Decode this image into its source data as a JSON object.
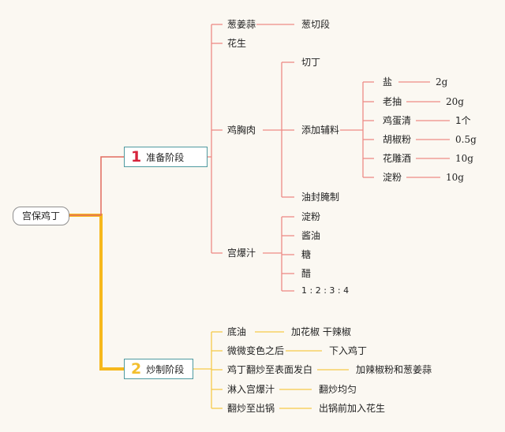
{
  "root": "宫保鸡丁",
  "stage1": {
    "number": "1",
    "number_color": "#d6243c",
    "label": "准备阶段",
    "items": {
      "congjiangsuan": "葱姜蒜",
      "congqieduan": "葱切段",
      "huasheng": "花生",
      "jixiongrou": "鸡胸肉",
      "qieding": "切丁",
      "tianjiafuliao": "添加辅料",
      "youfengyanzhi": "油封腌制",
      "fuliao": [
        {
          "name": "盐",
          "amount": "2g"
        },
        {
          "name": "老抽",
          "amount": "20g"
        },
        {
          "name": "鸡蛋清",
          "amount": "1个"
        },
        {
          "name": "胡椒粉",
          "amount": "0.5g"
        },
        {
          "name": "花雕酒",
          "amount": "10g"
        },
        {
          "name": "淀粉",
          "amount": "10g"
        }
      ],
      "gongbaozhi": "宫爆汁",
      "zhi": [
        "淀粉",
        "酱油",
        "糖",
        "醋"
      ],
      "ratio": "1 : 2 : 3 : 4"
    },
    "line_color": "#ee8b85"
  },
  "stage2": {
    "number": "2",
    "number_color": "#f3bf2e",
    "label": "炒制阶段",
    "steps": [
      {
        "step": "底油",
        "detail": "加花椒 干辣椒"
      },
      {
        "step": "微微变色之后",
        "detail": "下入鸡丁"
      },
      {
        "step": "鸡丁翻炒至表面发白",
        "detail": "加辣椒粉和葱姜蒜"
      },
      {
        "step": "淋入宫爆汁",
        "detail": "翻炒均匀"
      },
      {
        "step": "翻炒至出锅",
        "detail": "出锅前加入花生"
      }
    ],
    "line_color": "#f5c94a"
  },
  "trunk_color": "#f6b81c"
}
